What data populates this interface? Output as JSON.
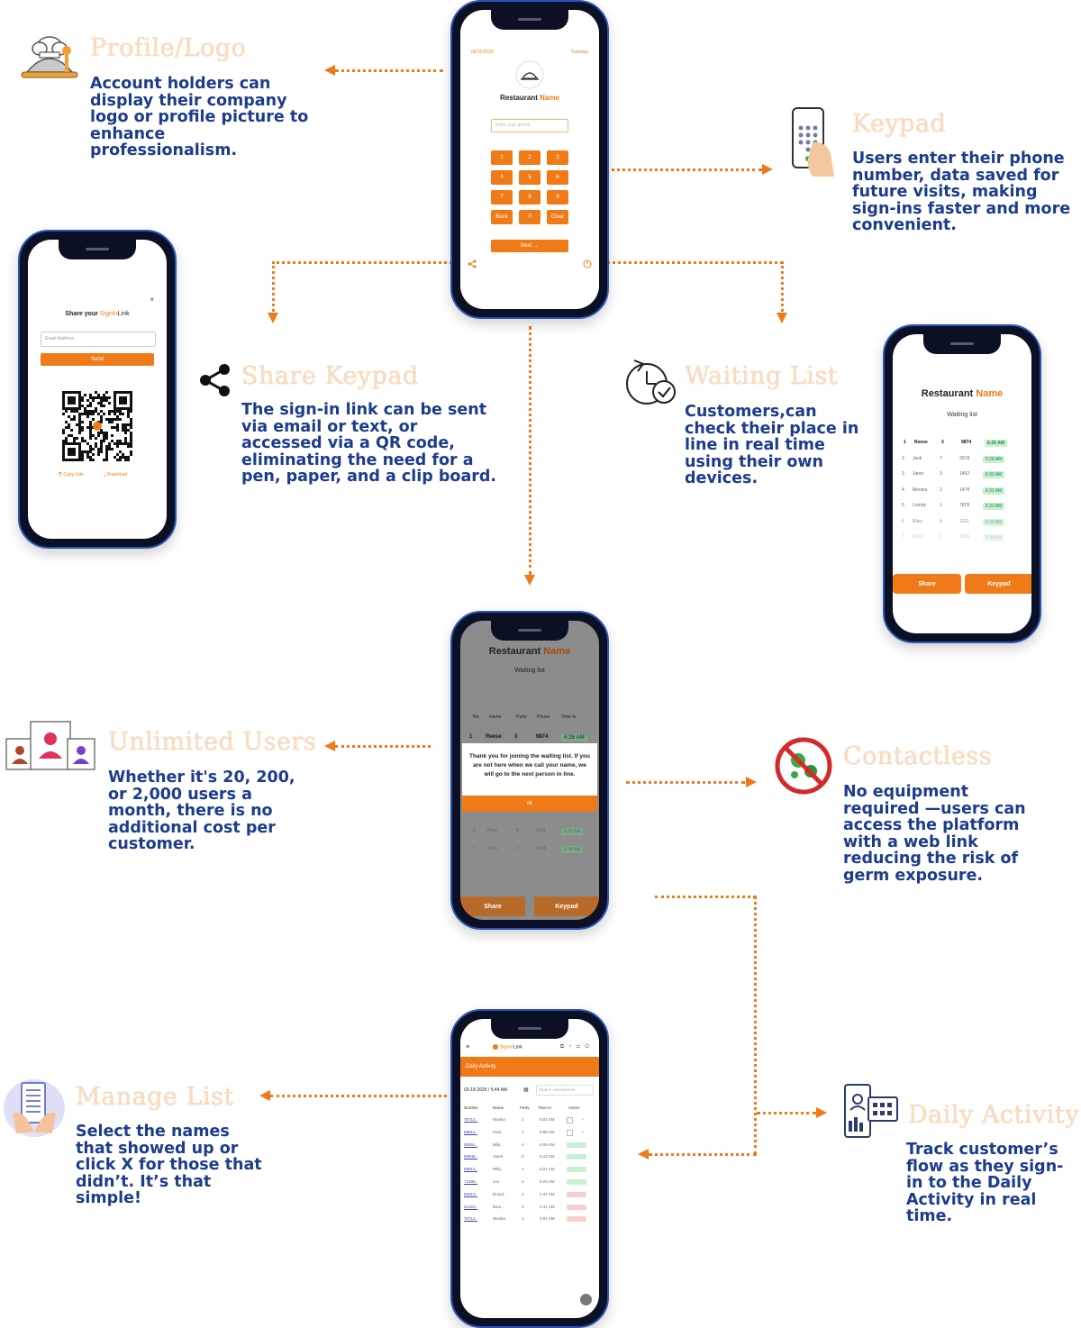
{
  "features": {
    "profile": {
      "title": "Profile/Logo",
      "desc": "Account holders can display their company logo or profile picture to enhance professionalism."
    },
    "keypad": {
      "title": "Keypad",
      "desc": "Users enter their phone number, data saved for future visits, making sign-ins faster and more convenient."
    },
    "share": {
      "title": "Share Keypad",
      "desc": "The sign-in link can be sent via email or text, or accessed via a QR code, eliminating the need for a pen, paper, and a clip board."
    },
    "waiting": {
      "title": "Waiting List",
      "desc": "Customers,can check their place in line in real time using their own devices."
    },
    "unlimited": {
      "title": "Unlimited Users",
      "desc": "Whether it's 20, 200, or 2,000 users a month, there is no additional cost per customer."
    },
    "contactless": {
      "title": "Contactless",
      "desc": "No equipment required —users can access the platform with a web link reducing the risk of germ exposure."
    },
    "manage": {
      "title": "Manage List",
      "desc": "Select the names that showed up or click X for those that didn’t. It’s that simple!"
    },
    "daily": {
      "title": "Daily Activity",
      "desc": "Track customer’s flow as they sign-in to the Daily Activity in real time."
    }
  },
  "restaurant": {
    "name_a": "Restaurant",
    "name_b": "Name"
  },
  "keypad_phone": {
    "date": "06/11/2025",
    "day": "Tuesday",
    "placeholder": "Enter your phone",
    "keys": [
      "1",
      "2",
      "3",
      "4",
      "5",
      "6",
      "7",
      "8",
      "9",
      "Back",
      "0",
      "Clear"
    ],
    "next": "Next →"
  },
  "share_phone": {
    "title_a": "Share your",
    "brand_a": "SignIn",
    "brand_b": "Link",
    "close": "×",
    "email_placeholder": "Email Address",
    "send": "Send",
    "copy": "Copy Link",
    "download": "Download"
  },
  "waiting_phone": {
    "heading": "Waiting list",
    "rows": [
      {
        "no": "1",
        "name": "Reese",
        "party": "3",
        "phone": "9874",
        "time": "6:26 AM"
      },
      {
        "no": "2",
        "name": "Jack",
        "party": "7",
        "phone": "3218",
        "time": "6:28 AM"
      },
      {
        "no": "3",
        "name": "Janet",
        "party": "3",
        "phone": "1452",
        "time": "6:30 AM"
      },
      {
        "no": "4",
        "name": "Monica",
        "party": "2",
        "phone": "1478",
        "time": "6:31 AM"
      },
      {
        "no": "5",
        "name": "Lomdy",
        "party": "1",
        "phone": "7878",
        "time": "6:32 AM"
      },
      {
        "no": "6",
        "name": "Riley",
        "party": "4",
        "phone": "3211",
        "time": "6:33 AM"
      },
      {
        "no": "7",
        "name": "Chris",
        "party": "2",
        "phone": "3636",
        "time": "6:34 AM"
      }
    ],
    "share": "Share",
    "keypad": "Keypad"
  },
  "dialog_phone": {
    "heading": "Waiting list",
    "cols": [
      "No.",
      "Name",
      "Party",
      "Phone",
      "Time In"
    ],
    "first": {
      "no": "1",
      "name": "Reese",
      "party": "3",
      "phone": "9874",
      "time": "6:26 AM"
    },
    "message": "Thank you for joining the waiting list. If you are not here when we call your name, we will go to the next person in line.",
    "ok": "ok",
    "rows_below": [
      {
        "no": "6",
        "name": "Riley",
        "party": "4",
        "phone": "3211",
        "time": "6:33 AM"
      },
      {
        "no": "7",
        "name": "Chris",
        "party": "2",
        "phone": "3636",
        "time": "6:34 AM"
      }
    ],
    "share": "Share",
    "keypad": "Keypad"
  },
  "daily_phone": {
    "brand_a": "Signin",
    "brand_b": "Link",
    "banner": "Daily Activity",
    "date": "03-18-2025 / 5:44 AM",
    "search": "Search name/phone",
    "cols": [
      "Number",
      "Name",
      "Party",
      "Time In",
      "Action"
    ],
    "rows": [
      {
        "num": "70712..",
        "name": "Wonka",
        "party": "2",
        "time": "6:01 AM",
        "st": "check"
      },
      {
        "num": "88812..",
        "name": "Gina",
        "party": "1",
        "time": "6:06 AM",
        "st": "check"
      },
      {
        "num": "50591..",
        "name": "Billy..",
        "party": "4",
        "time": "6:09 AM",
        "st": "g"
      },
      {
        "num": "80845..",
        "name": "Janet",
        "party": "2",
        "time": "6:12 AM",
        "st": "g"
      },
      {
        "num": "80812..",
        "name": "Willy",
        "party": "1",
        "time": "6:21 AM",
        "st": "g"
      },
      {
        "num": "71485..",
        "name": "Jon",
        "party": "2",
        "time": "6:23 AM",
        "st": "g"
      },
      {
        "num": "55413..",
        "name": "Donal..",
        "party": "2",
        "time": "2:37 AM",
        "st": "r"
      },
      {
        "num": "21223..",
        "name": "Bica..",
        "party": "2",
        "time": "2:41 AM",
        "st": "r"
      },
      {
        "num": "70712..",
        "name": "Wonka",
        "party": "2",
        "time": "3:01 AM",
        "st": "r"
      }
    ]
  }
}
